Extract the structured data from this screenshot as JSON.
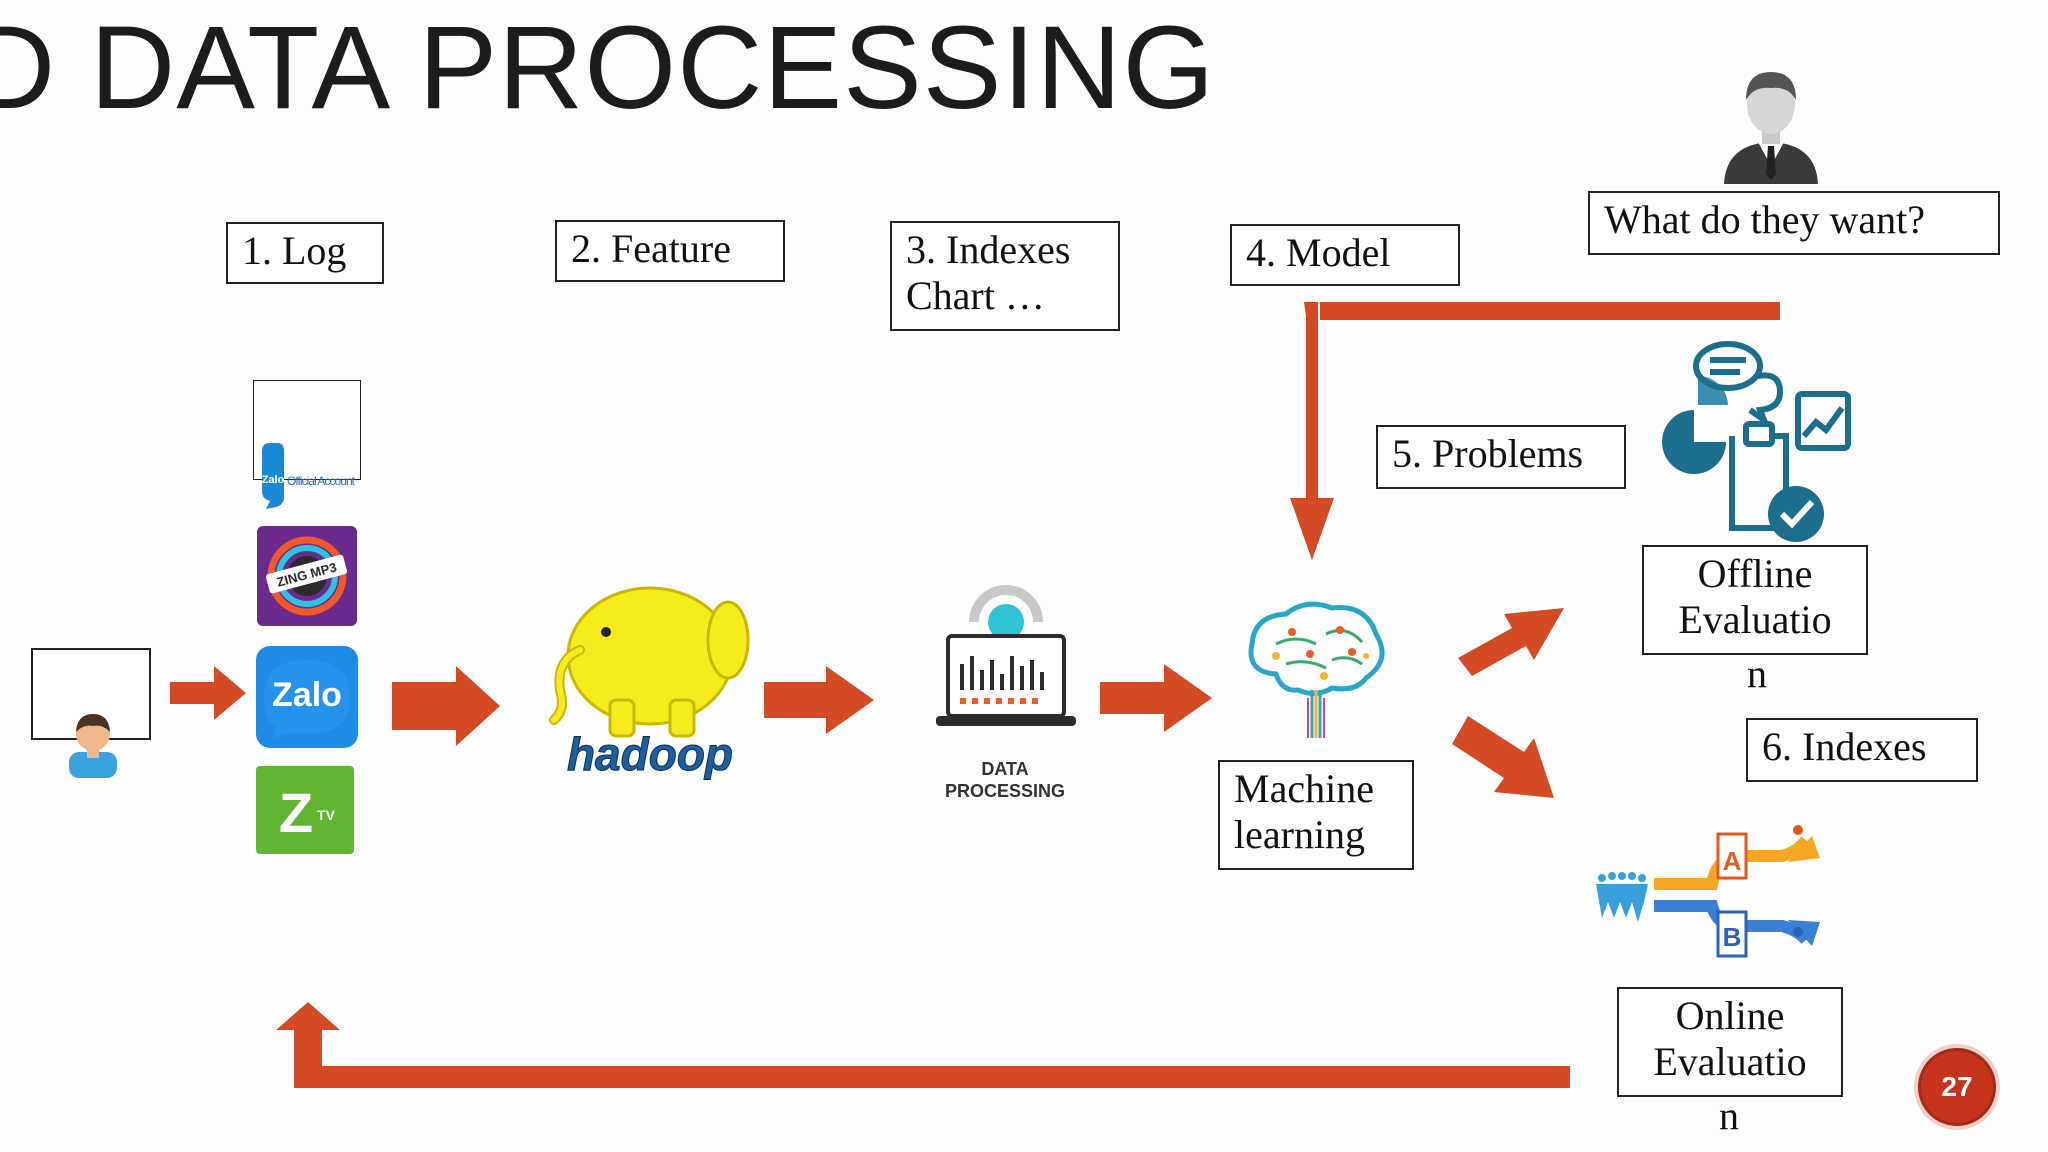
{
  "title": "D DATA PROCESSING",
  "steps": {
    "log": "1. Log",
    "feature": "2. Feature",
    "indexes_chart": "3. Indexes\nChart …",
    "model": "4. Model",
    "problems": "5. Problems",
    "indexes": "6. Indexes"
  },
  "question": "What do they want?",
  "ml_label": "Machine\nlearning",
  "offline": {
    "line1": "Offline\nEvaluatio",
    "tail": "n"
  },
  "online": {
    "line1": "Online\nEvaluatio",
    "tail": "n"
  },
  "apps": {
    "zalo_oa": "Official Account",
    "zalo_oa_short": "Zalo",
    "zing": "ZING MP3",
    "zalo": "Zalo",
    "ztv": "Z",
    "ztv_sub": "TV"
  },
  "hadoop": "hadoop",
  "data_processing": "DATA\nPROCESSING",
  "ab": {
    "a": "A",
    "b": "B"
  },
  "page_number": "27",
  "colors": {
    "arrow": "#d44a24",
    "badge": "#c6331c",
    "hadoop_yellow": "#f7ec1b",
    "teal": "#1b6f8c"
  }
}
